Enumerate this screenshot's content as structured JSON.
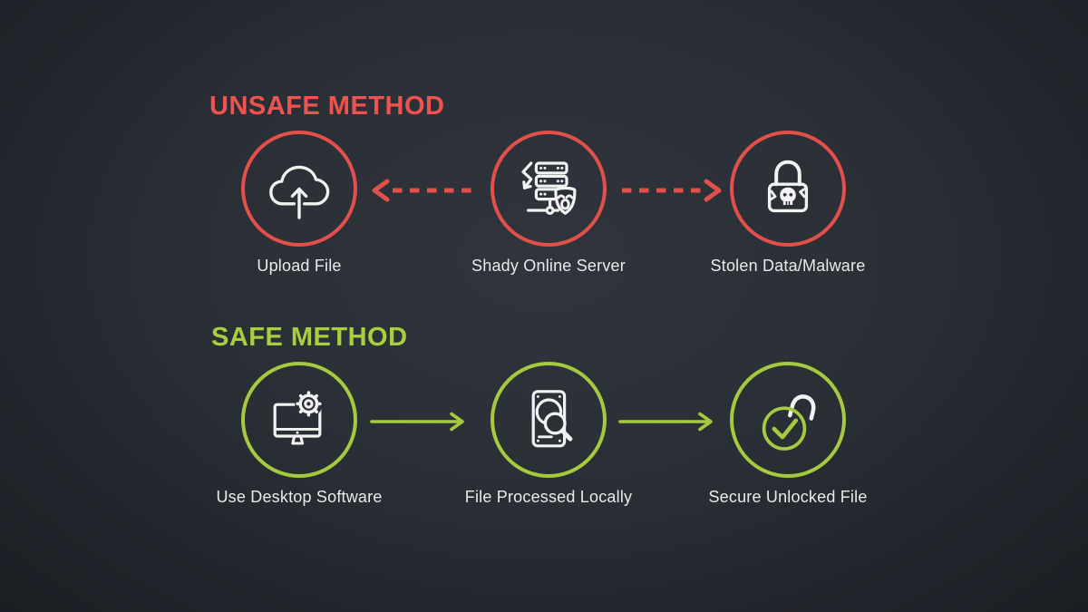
{
  "palette": {
    "background_center": "#30343c",
    "background_edge": "#191c21",
    "unsafe_accent": "#e2504b",
    "unsafe_title_color": "#ef5350",
    "safe_accent": "#a6ca3f",
    "icon_stroke": "#f2f2f2",
    "label_color": "#eaeaea"
  },
  "unsafe": {
    "title": "UNSAFE METHOD",
    "nodes": [
      {
        "label": "Upload File",
        "icon": "cloud-upload-icon"
      },
      {
        "label": "Shady Online Server",
        "icon": "shady-server-icon"
      },
      {
        "label": "Stolen Data/Malware",
        "icon": "malware-lock-icon"
      }
    ],
    "connectors": [
      {
        "style": "dashed",
        "direction": "left"
      },
      {
        "style": "dashed",
        "direction": "right"
      }
    ]
  },
  "safe": {
    "title": "SAFE METHOD",
    "nodes": [
      {
        "label": "Use Desktop Software",
        "icon": "desktop-gear-icon"
      },
      {
        "label": "File Processed Locally",
        "icon": "hdd-search-icon"
      },
      {
        "label": "Secure Unlocked File",
        "icon": "unlocked-check-icon"
      }
    ],
    "connectors": [
      {
        "style": "solid",
        "direction": "right"
      },
      {
        "style": "solid",
        "direction": "right"
      }
    ]
  }
}
